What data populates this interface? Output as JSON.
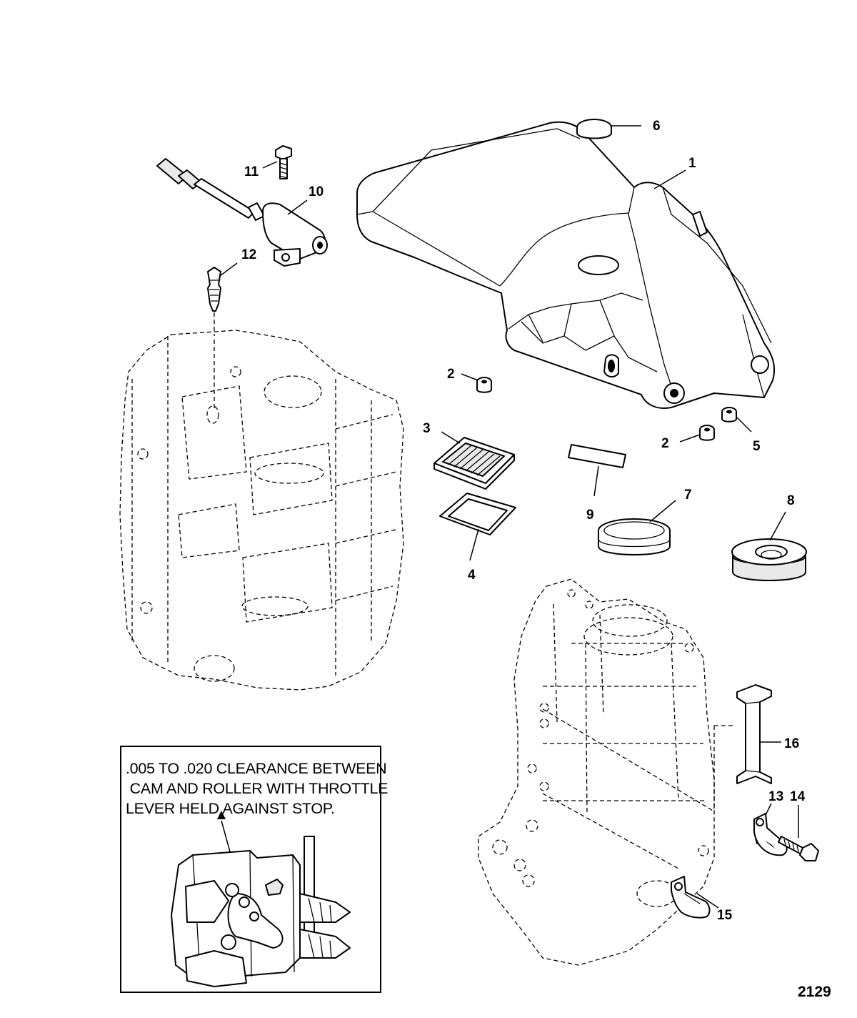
{
  "callouts": [
    "1",
    "2",
    "2",
    "3",
    "4",
    "5",
    "6",
    "7",
    "8",
    "9",
    "10",
    "11",
    "12",
    "13",
    "14",
    "15",
    "16"
  ],
  "note": {
    "lines": [
      ".005 TO .020 CLEARANCE BETWEEN",
      " CAM AND ROLLER WITH THROTTLE",
      "LEVER HELD AGAINST STOP."
    ]
  },
  "drawing_number": "2129"
}
